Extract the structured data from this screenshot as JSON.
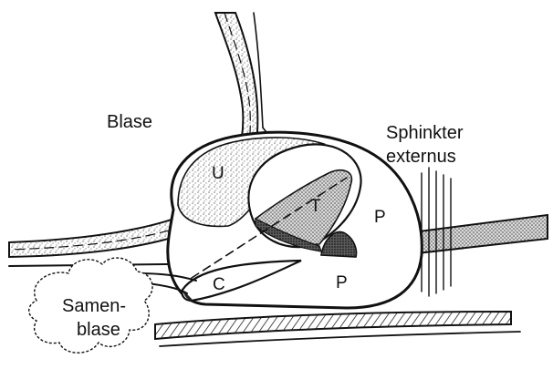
{
  "labels": {
    "blase": "Blase",
    "sphinkter_line1": "Sphinkter",
    "sphinkter_line2": "externus",
    "zone_u": "U",
    "zone_t": "T",
    "zone_p_upper": "P",
    "zone_p_lower": "P",
    "zone_c": "C",
    "samenblase_line1": "Samen-",
    "samenblase_line2": "blase"
  },
  "colors": {
    "ink": "#111111",
    "paper": "#ffffff",
    "stipple": "#8a8a8a",
    "dark_shading": "#3a3a3a"
  }
}
